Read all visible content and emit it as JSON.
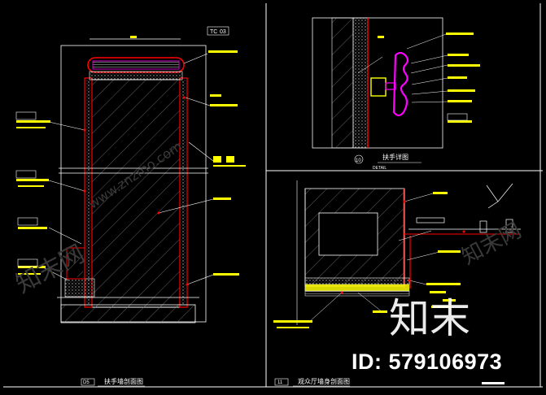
{
  "titles": {
    "d5_tag": "D5",
    "d5_title": "扶手墙剖面图",
    "d10_tag": "10",
    "d10_title": "扶手详图",
    "d10_sub": "DETAIL",
    "d11_tag": "11",
    "d11_title": "观众厅墙身剖面图",
    "top_callout_a": "TC",
    "top_callout_b": "03"
  },
  "watermark": {
    "id_text": "ID: 579106973",
    "logo_text": "知末",
    "faint_cn": "知末网",
    "faint_url": "www.znzmo.com"
  },
  "colors": {
    "background": "#000000",
    "frame": "#ffffff",
    "note": "#ffff00",
    "section": "#ff0000",
    "handrail": "#ff00ff",
    "hatch": "#8a8a8a",
    "leader": "#ffffff"
  }
}
